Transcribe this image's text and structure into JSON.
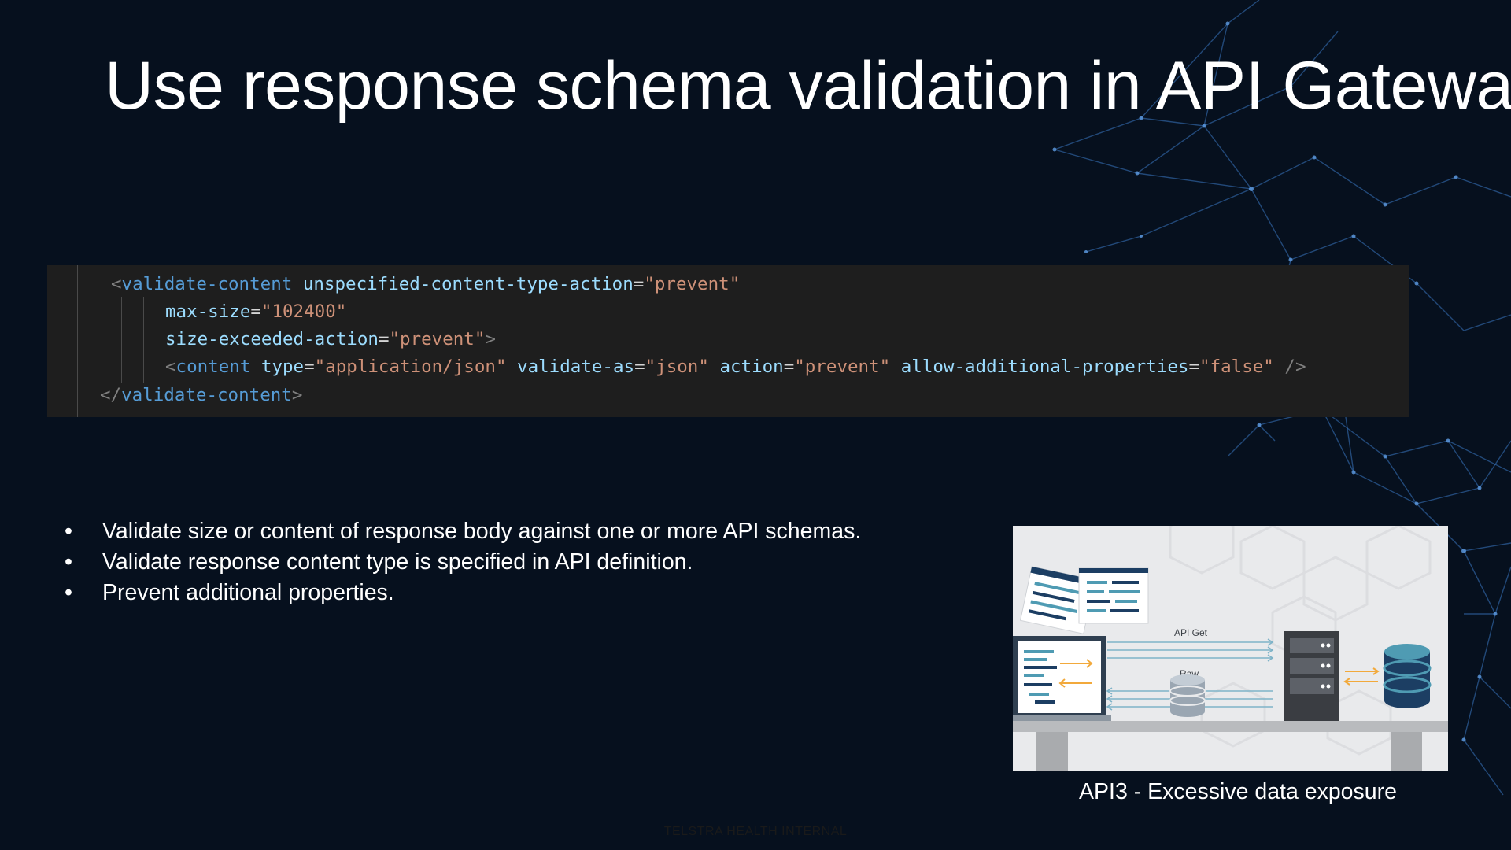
{
  "slide": {
    "title": "Use response schema validation in API Gateway",
    "footer": "TELSTRA HEALTH INTERNAL"
  },
  "code": {
    "lines": [
      [
        {
          "t": "<",
          "c": "punc"
        },
        {
          "t": "validate-content",
          "c": "tag"
        },
        {
          "t": " ",
          "c": "eq"
        },
        {
          "t": "unspecified-content-type-action",
          "c": "attr"
        },
        {
          "t": "=",
          "c": "eq"
        },
        {
          "t": "\"prevent\"",
          "c": "str"
        }
      ],
      [
        {
          "t": "max-size",
          "c": "attr"
        },
        {
          "t": "=",
          "c": "eq"
        },
        {
          "t": "\"102400\"",
          "c": "str"
        }
      ],
      [
        {
          "t": "size-exceeded-action",
          "c": "attr"
        },
        {
          "t": "=",
          "c": "eq"
        },
        {
          "t": "\"prevent\"",
          "c": "str"
        },
        {
          "t": ">",
          "c": "punc"
        }
      ],
      [
        {
          "t": "<",
          "c": "punc"
        },
        {
          "t": "content",
          "c": "tag"
        },
        {
          "t": " ",
          "c": "eq"
        },
        {
          "t": "type",
          "c": "attr"
        },
        {
          "t": "=",
          "c": "eq"
        },
        {
          "t": "\"application/json\"",
          "c": "str"
        },
        {
          "t": " ",
          "c": "eq"
        },
        {
          "t": "validate-as",
          "c": "attr"
        },
        {
          "t": "=",
          "c": "eq"
        },
        {
          "t": "\"json\"",
          "c": "str"
        },
        {
          "t": " ",
          "c": "eq"
        },
        {
          "t": "action",
          "c": "attr"
        },
        {
          "t": "=",
          "c": "eq"
        },
        {
          "t": "\"prevent\"",
          "c": "str"
        },
        {
          "t": " ",
          "c": "eq"
        },
        {
          "t": "allow-additional-properties",
          "c": "attr"
        },
        {
          "t": "=",
          "c": "eq"
        },
        {
          "t": "\"false\"",
          "c": "str"
        },
        {
          "t": " />",
          "c": "punc"
        }
      ],
      [
        {
          "t": "</",
          "c": "punc"
        },
        {
          "t": "validate-content",
          "c": "tag"
        },
        {
          "t": ">",
          "c": "punc"
        }
      ]
    ]
  },
  "bullets": [
    "Validate size or content of response body against one or more API schemas.",
    "Validate response content type is specified in API definition.",
    "Prevent additional properties."
  ],
  "figure": {
    "label_api_get": "API Get",
    "label_raw": "Raw",
    "caption": "API3 - Excessive data exposure"
  },
  "colors": {
    "background": "#06101e",
    "network_lines": "#3b78c4",
    "code_background": "#1e1e1e",
    "code_tag": "#569cd6",
    "code_attribute": "#9cdcfe",
    "code_string": "#ce9178",
    "code_punctuation": "#808080",
    "figure_teal": "#4f9bb3",
    "figure_navy": "#1c3e63",
    "figure_orange": "#f2a93b"
  }
}
